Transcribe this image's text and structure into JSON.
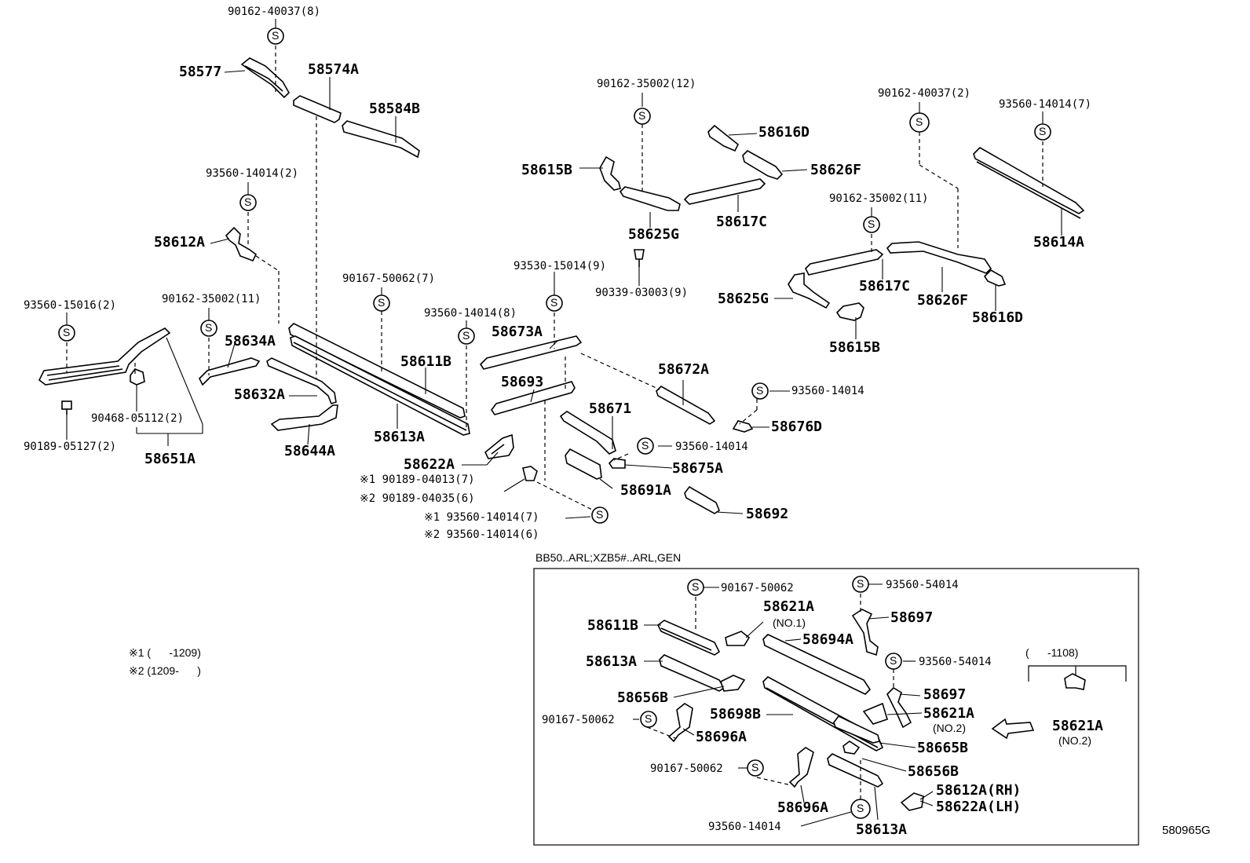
{
  "diagram": {
    "variant_label": "BB50..ARL;XZB5#..ARL,GEN",
    "ref_code": "580965G",
    "note_1": "※1 (      -1209)",
    "note_2": "※2 (1209-      )",
    "inset_range": "(      -1108)",
    "fastener_symbol": "S",
    "upper": {
      "p90162_40037_8": "90162-40037(8)",
      "p58577": "58577",
      "p58574A": "58574A",
      "p58584B": "58584B",
      "p93560_14014_2": "93560-14014(2)",
      "p58612A": "58612A",
      "p93560_15016_2": "93560-15016(2)",
      "p90162_35002_11a": "90162-35002(11)",
      "p58634A": "58634A",
      "p58632A": "58632A",
      "p58644A": "58644A",
      "p90468_05112_2": "90468-05112(2)",
      "p90189_05127_2": "90189-05127(2)",
      "p58651A": "58651A",
      "p90167_50062_7": "90167-50062(7)",
      "p58611B": "58611B",
      "p58613A": "58613A",
      "p93560_14014_8": "93560-14014(8)",
      "p58622A": "58622A",
      "p90189_04013_7": "※1 90189-04013(7)",
      "p90189_04035_6": "※2 90189-04035(6)",
      "p93560_14014_7n1": "※1 93560-14014(7)",
      "p93560_14014_6n2": "※2 93560-14014(6)",
      "p93530_15014_9": "93530-15014(9)",
      "p58673A": "58673A",
      "p58693": "58693",
      "p58671": "58671",
      "p58675A": "58675A",
      "p58691A": "58691A",
      "p58692": "58692",
      "p58672A": "58672A",
      "p93560_14014_a": "93560-14014",
      "p93560_14014_b": "93560-14014",
      "p58676D": "58676D",
      "p90162_35002_12": "90162-35002(12)",
      "p58616D_a": "58616D",
      "p58615B_a": "58615B",
      "p58626F_a": "58626F",
      "p58625G_a": "58625G",
      "p58617C_a": "58617C",
      "p90339_03003_9": "90339-03003(9)",
      "p90162_40037_2": "90162-40037(2)",
      "p93560_14014_7": "93560-14014(7)",
      "p58614A": "58614A",
      "p90162_35002_11b": "90162-35002(11)",
      "p58617C_b": "58617C",
      "p58625G_b": "58625G",
      "p58626F_b": "58626F",
      "p58616D_b": "58616D",
      "p58615B_b": "58615B"
    },
    "inset": {
      "i90167_50062_a": "90167-50062",
      "i58621A_no1": "58621A",
      "i_no1": "(NO.1)",
      "i93560_54014_a": "93560-54014",
      "i58697_a": "58697",
      "i58611B": "58611B",
      "i58694A": "58694A",
      "i58613A_a": "58613A",
      "i93560_54014_b": "93560-54014",
      "i58656B_a": "58656B",
      "i58697_b": "58697",
      "i90167_50062_b": "90167-50062",
      "i58698B": "58698B",
      "i58621A_no2": "58621A",
      "i_no2_a": "(NO.2)",
      "i58696A_a": "58696A",
      "i58665B": "58665B",
      "i58621A_no2_b": "58621A",
      "i_no2_b": "(NO.2)",
      "i90167_50062_c": "90167-50062",
      "i58656B_b": "58656B",
      "i58612A_rh": "58612A(RH)",
      "i58622A_lh": "58622A(LH)",
      "i58696A_b": "58696A",
      "i93560_14014": "93560-14014",
      "i58613A_b": "58613A"
    }
  }
}
